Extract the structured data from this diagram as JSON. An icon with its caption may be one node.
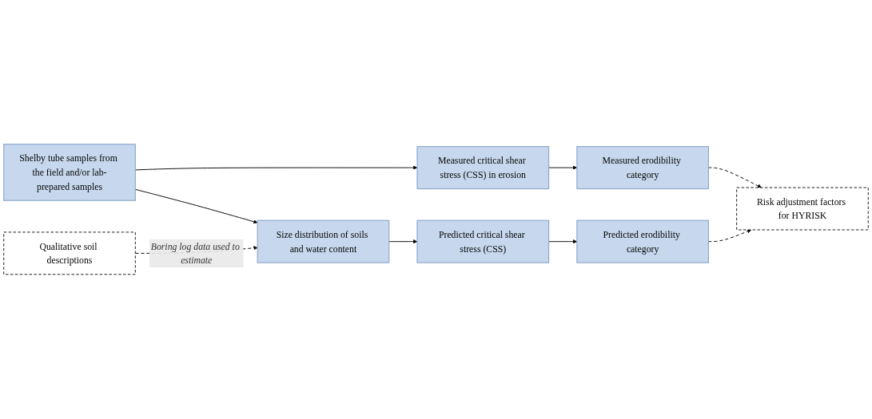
{
  "diagram": {
    "nodes": [
      {
        "text": [
          "Shelby tube samples from the field and/or lab-prepared samples"
        ]
      },
      {
        "text": [
          "Measured critical shear stress (CSS) in erosion"
        ]
      },
      {
        "text": [
          "Measured erodibility category"
        ]
      },
      {
        "text": [
          "Size distribution of soils and water content"
        ]
      },
      {
        "text": [
          "Predicted critical shear stress (CSS)"
        ]
      },
      {
        "text": [
          "Predicted erodibility category"
        ]
      },
      {
        "text": [
          "Risk adjustment factors for HYRISK"
        ]
      },
      {
        "text": [
          "Qualitative soil descriptions"
        ]
      }
    ],
    "edges": [
      {
        "from": 0,
        "to": 1,
        "arrow": "to"
      },
      {
        "from": 1,
        "to": 2,
        "arrow": "to"
      },
      {
        "from": 0,
        "to": 3,
        "arrow": "to"
      },
      {
        "from": 3,
        "to": 4,
        "arrow": "to"
      },
      {
        "from": 4,
        "to": 5,
        "arrow": "to"
      },
      {
        "from": 2,
        "to": 6,
        "arrow": "to",
        "style": "dashed"
      },
      {
        "from": 5,
        "to": 6,
        "arrow": "to",
        "style": "dashed"
      },
      {
        "from": 7,
        "to": 3,
        "arrow": "to",
        "style": "dashed",
        "label": "Boring log data used to estimate"
      }
    ]
  }
}
